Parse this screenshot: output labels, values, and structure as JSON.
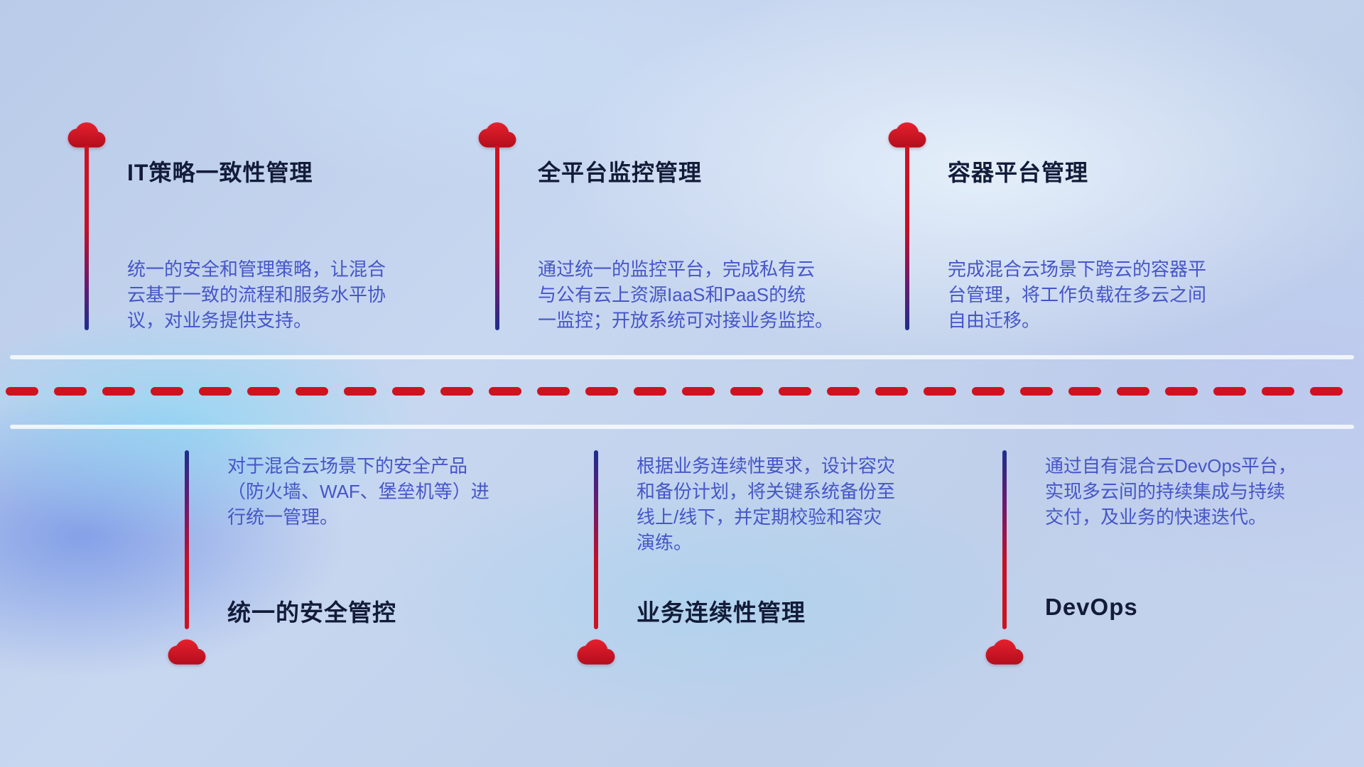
{
  "colors": {
    "background_base": "#c4d3ee",
    "cloud_red": "#d0121f",
    "stem_red": "#c60f26",
    "stem_blue": "#1d2f8c",
    "title_text": "#121b38",
    "description_text": "#4656c8",
    "divider_solid": "#f4f8fd",
    "divider_dash": "#d0121f"
  },
  "top_items": [
    {
      "title": "IT策略一致性管理",
      "description": "统一的安全和管理策略，让混合\n云基于一致的流程和服务水平协\n议，对业务提供支持。"
    },
    {
      "title": "全平台监控管理",
      "description": "通过统一的监控平台，完成私有云\n与公有云上资源IaaS和PaaS的统\n一监控；开放系统可对接业务监控。"
    },
    {
      "title": "容器平台管理",
      "description": "完成混合云场景下跨云的容器平\n台管理，将工作负载在多云之间\n自由迁移。"
    }
  ],
  "bottom_items": [
    {
      "title": "统一的安全管控",
      "description": "对于混合云场景下的安全产品\n（防火墙、WAF、堡垒机等）进\n行统一管理。"
    },
    {
      "title": "业务连续性管理",
      "description": "根据业务连续性要求，设计容灾\n和备份计划，将关键系统备份至\n线上/线下，并定期校验和容灾\n演练。"
    },
    {
      "title": "DevOps",
      "description": "通过自有混合云DevOps平台，\n实现多云间的持续集成与持续\n交付，及业务的快速迭代。"
    }
  ]
}
